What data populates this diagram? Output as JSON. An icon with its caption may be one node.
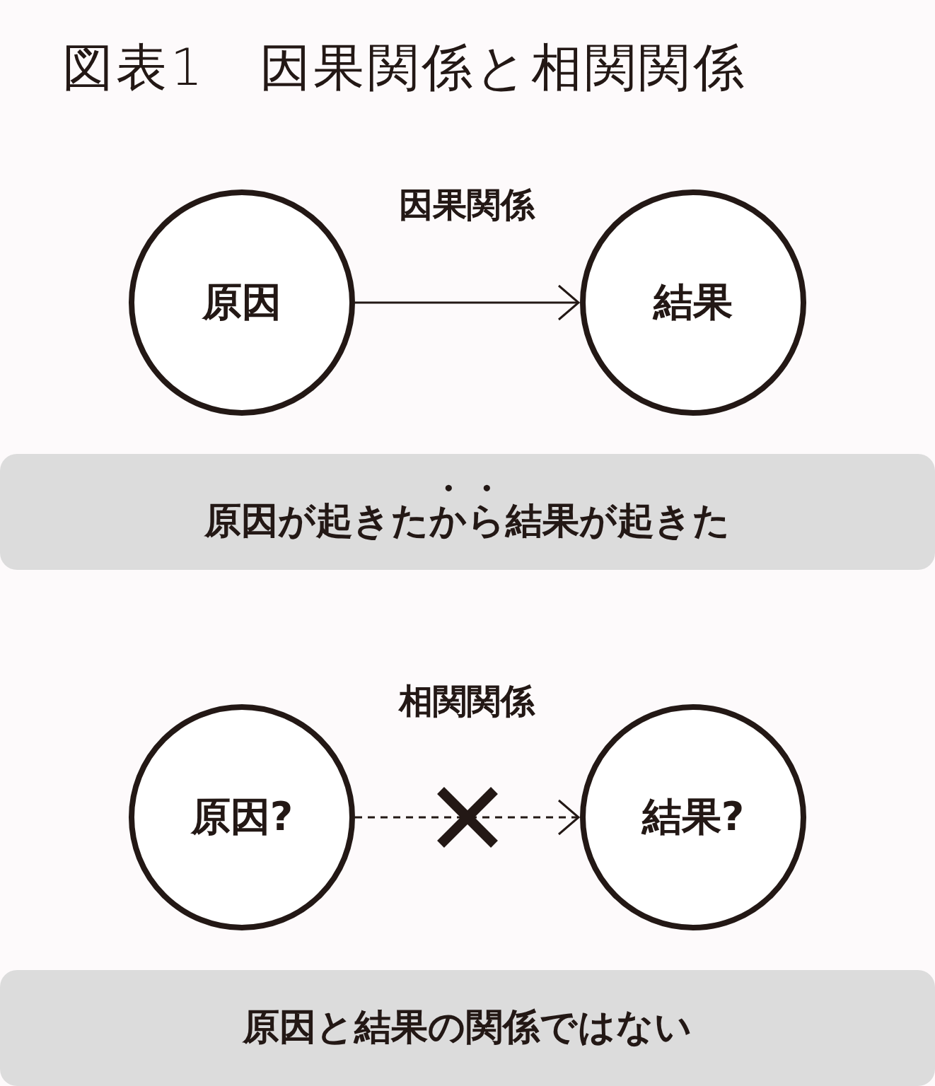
{
  "diagram": {
    "title": "図表1　因果関係と相関関係",
    "nodes": [
      {
        "text": [
          "原因"
        ]
      },
      {
        "text": [
          "結果"
        ]
      },
      {
        "text": [
          "原因が起きたから結果が起きた"
        ]
      },
      {
        "text": [
          "原因?"
        ]
      },
      {
        "text": [
          "結果?"
        ]
      },
      {
        "text": [
          "原因と結果の関係ではない"
        ]
      }
    ],
    "edges": [
      {
        "from": 0,
        "to": 1,
        "arrow": "to"
      },
      {
        "from": 3,
        "to": 4,
        "arrow": "to",
        "style": "dashed"
      }
    ],
    "labels": [
      "因果関係",
      "相関関係"
    ]
  }
}
